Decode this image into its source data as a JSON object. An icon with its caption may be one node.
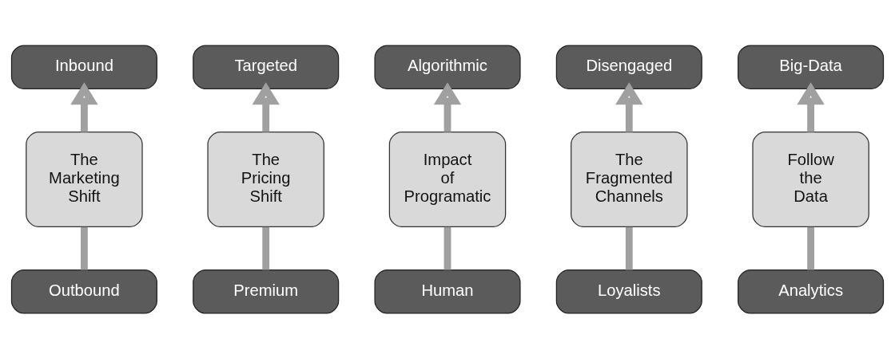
{
  "diagram": {
    "nodes": [
      {
        "text": [
          "Inbound"
        ]
      },
      {
        "text": [
          "Targeted"
        ]
      },
      {
        "text": [
          "Algorithmic"
        ]
      },
      {
        "text": [
          "Disengaged"
        ]
      },
      {
        "text": [
          "Big-Data"
        ]
      },
      {
        "text": [
          "The Marketing Shift"
        ]
      },
      {
        "text": [
          "The Pricing Shift"
        ]
      },
      {
        "text": [
          "Impact of Programatic"
        ]
      },
      {
        "text": [
          "The Fragmented Channels"
        ]
      },
      {
        "text": [
          "Follow the Data"
        ]
      },
      {
        "text": [
          "Outbound"
        ]
      },
      {
        "text": [
          "Premium"
        ]
      },
      {
        "text": [
          "Human"
        ]
      },
      {
        "text": [
          "Loyalists"
        ]
      },
      {
        "text": [
          "Analytics"
        ]
      }
    ],
    "edges": [
      {
        "from": 10,
        "to": 5,
        "arrow": "none"
      },
      {
        "from": 5,
        "to": 0,
        "arrow": "to"
      },
      {
        "from": 11,
        "to": 6,
        "arrow": "none"
      },
      {
        "from": 6,
        "to": 1,
        "arrow": "to"
      },
      {
        "from": 12,
        "to": 7,
        "arrow": "none"
      },
      {
        "from": 7,
        "to": 2,
        "arrow": "to"
      },
      {
        "from": 13,
        "to": 8,
        "arrow": "none"
      },
      {
        "from": 8,
        "to": 3,
        "arrow": "to"
      },
      {
        "from": 14,
        "to": 9,
        "arrow": "none"
      },
      {
        "from": 9,
        "to": 4,
        "arrow": "to"
      }
    ]
  }
}
